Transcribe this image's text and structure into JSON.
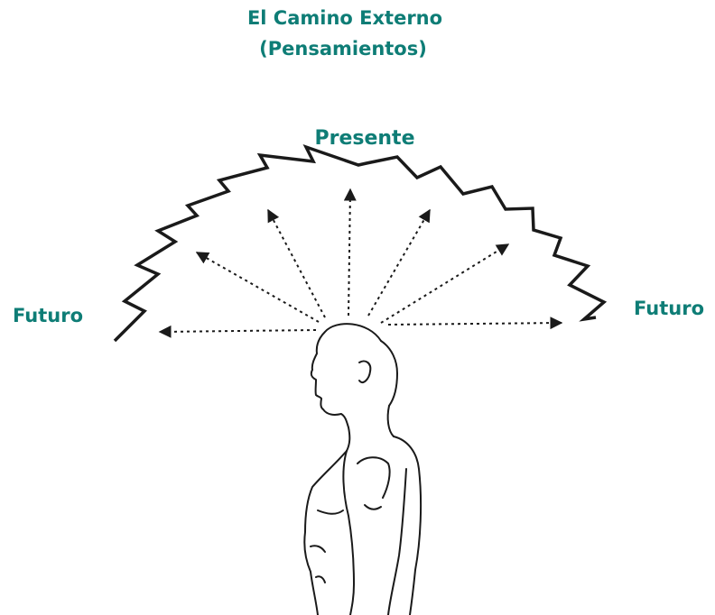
{
  "title": {
    "line1": "El Camino Externo",
    "line2": "(Pensamientos)"
  },
  "labels": {
    "top": "Presente",
    "left": "Futuro",
    "right": "Futuro"
  },
  "colors": {
    "label_text": "#0e7d76",
    "line": "#1a1a1a",
    "background": "#ffffff"
  },
  "figure": "person-profile-facing-left"
}
